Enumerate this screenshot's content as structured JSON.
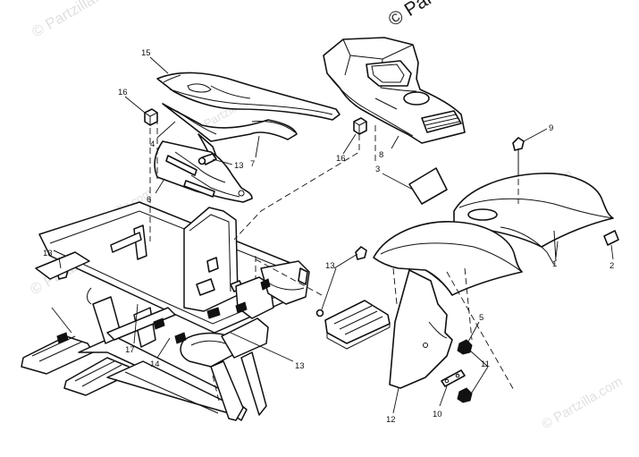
{
  "watermark": {
    "text": "© Partzilla.com",
    "top_right_text": "© Partz"
  },
  "callouts": {
    "c1": "1",
    "c2": "2",
    "c3": "3",
    "c4": "4",
    "c5": "5",
    "c6": "6",
    "c7": "7",
    "c8": "8",
    "c9": "9",
    "c10": "10",
    "c11": "11",
    "c12": "12",
    "c13": "13",
    "c14": "14",
    "c15": "15",
    "c16": "16",
    "c17": "17"
  }
}
